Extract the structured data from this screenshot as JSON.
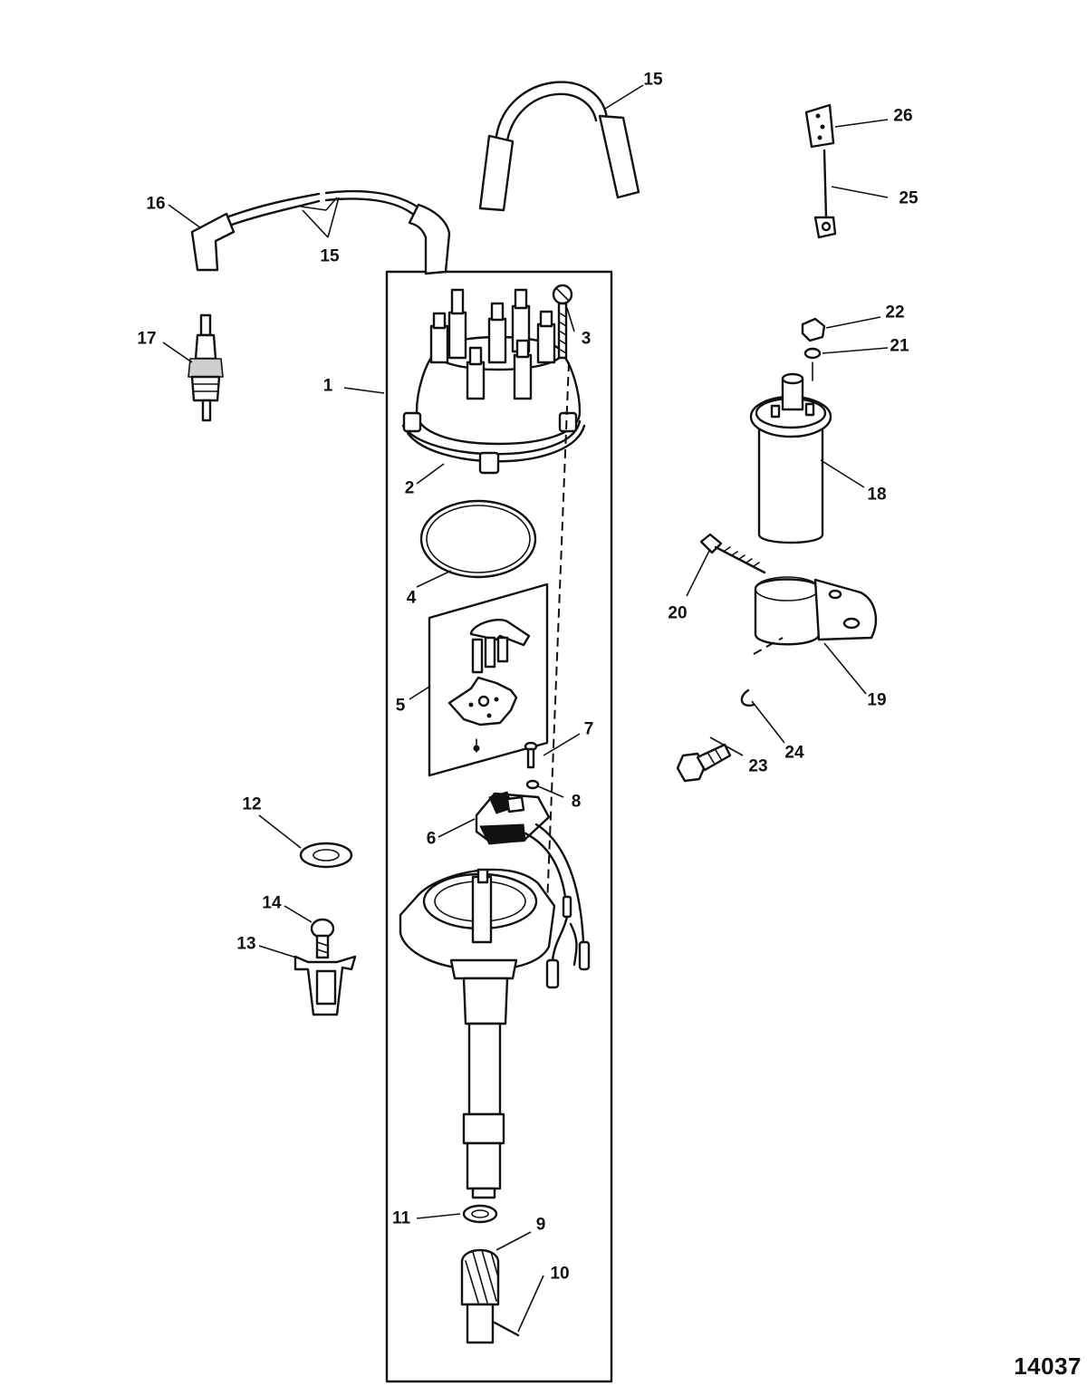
{
  "figure_number": "14037",
  "callouts": {
    "c1": "1",
    "c2": "2",
    "c3": "3",
    "c4": "4",
    "c5": "5",
    "c6": "6",
    "c7": "7",
    "c8": "8",
    "c9": "9",
    "c10": "10",
    "c11": "11",
    "c12": "12",
    "c13": "13",
    "c14": "14",
    "c15_top": "15",
    "c15_left": "15",
    "c16": "16",
    "c17": "17",
    "c18": "18",
    "c19": "19",
    "c20": "20",
    "c21": "21",
    "c22": "22",
    "c23": "23",
    "c24": "24",
    "c25": "25",
    "c26": "26"
  }
}
